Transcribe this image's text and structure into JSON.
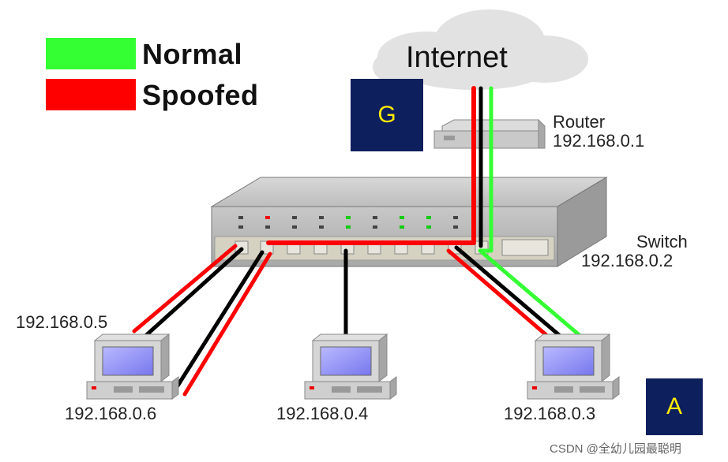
{
  "legend": {
    "normal_label": "Normal",
    "spoofed_label": "Spoofed",
    "normal_color": "#33ff33",
    "spoofed_color": "#ff0000"
  },
  "internet": {
    "label": "Internet"
  },
  "router": {
    "name": "Router",
    "ip": "192.168.0.1"
  },
  "switch": {
    "name": "Switch",
    "ip": "192.168.0.2"
  },
  "hosts": {
    "host5": "192.168.0.5",
    "host6": "192.168.0.6",
    "host4": "192.168.0.4",
    "host3": "192.168.0.3"
  },
  "boxes": {
    "g": "G",
    "a": "A"
  },
  "watermark": "CSDN @全幼儿园最聪明"
}
